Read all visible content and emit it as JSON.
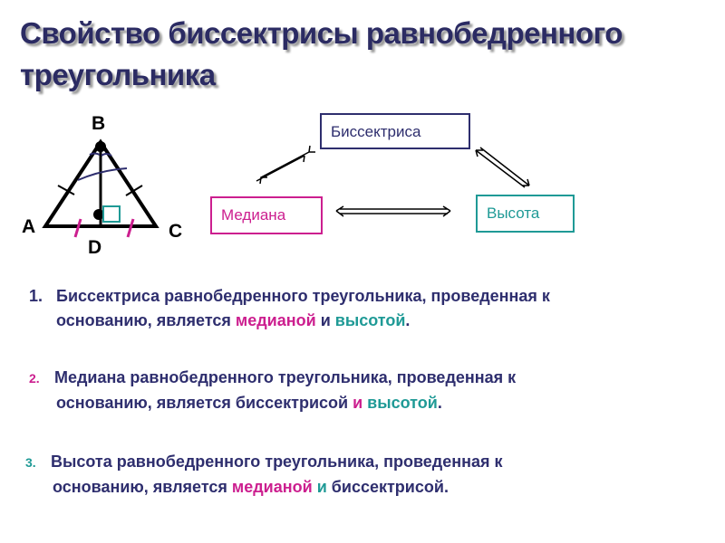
{
  "title": {
    "line1": "Свойство  биссектрисы равнобедренного",
    "line2": "треугольника"
  },
  "triangle": {
    "vertex_b": "B",
    "vertex_a": "A",
    "vertex_c": "C",
    "foot_d": "D"
  },
  "boxes": {
    "bisector": "Биссектриса",
    "median": "Медиана",
    "height": "Высота"
  },
  "properties": [
    {
      "number": "1.",
      "line1": "Биссектриса равнобедренного треугольника, проведенная к",
      "line2_start": "основанию, является ",
      "term_a": "медианой",
      "and": " и ",
      "term_b": "высотой",
      "end": "."
    },
    {
      "number": "2.",
      "line1": "Медиана  равнобедренного треугольника, проведенная к",
      "line2_start": "основанию, является ",
      "term_a": "биссектрисой",
      "and": " и ",
      "term_b": "высотой",
      "end": "."
    },
    {
      "number": "3.",
      "line1": "Высота равнобедренного треугольника, проведенная к",
      "line2_start": "основанию, является ",
      "term_a": "медианой",
      "and": " и ",
      "term_b": "биссектрисой",
      "end": "."
    }
  ],
  "colors": {
    "navy": "#2e2e6e",
    "magenta": "#cc1f8f",
    "teal": "#1f9a96"
  }
}
